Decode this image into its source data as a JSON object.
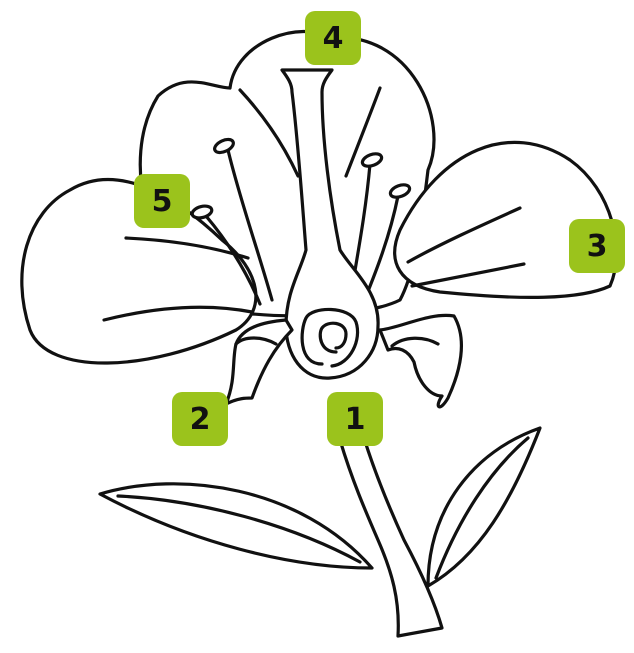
{
  "diagram": {
    "subject": "flower",
    "badge_color": "#9bc31c",
    "labels": [
      {
        "id": "1",
        "text": "1"
      },
      {
        "id": "2",
        "text": "2"
      },
      {
        "id": "3",
        "text": "3"
      },
      {
        "id": "4",
        "text": "4"
      },
      {
        "id": "5",
        "text": "5"
      }
    ]
  }
}
